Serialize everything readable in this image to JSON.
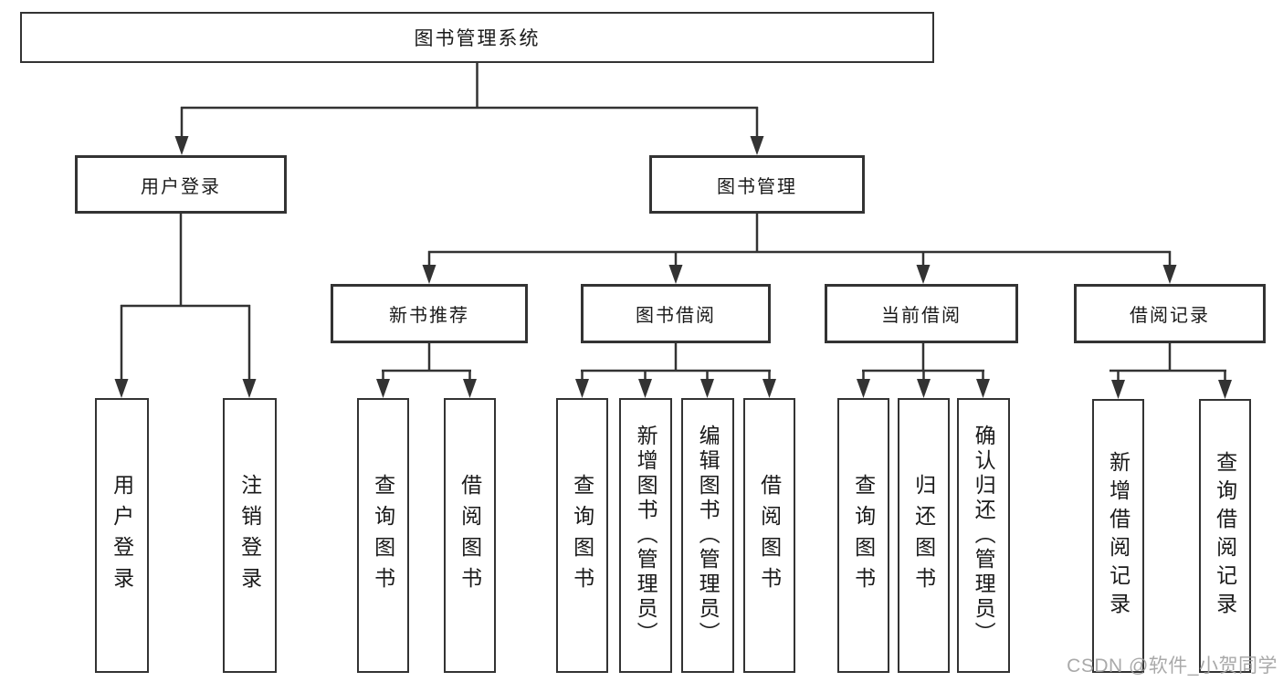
{
  "nodes": {
    "root": "图书管理系统",
    "user_login": {
      "label": "用户登录",
      "children": [
        "用户登录",
        "注销登录"
      ]
    },
    "book_management": {
      "label": "图书管理",
      "children": [
        {
          "label": "新书推荐",
          "children": [
            "查询图书",
            "借阅图书"
          ]
        },
        {
          "label": "图书借阅",
          "children": [
            "查询图书",
            "新增图书（管理员）",
            "编辑图书（管理员）",
            "借阅图书"
          ]
        },
        {
          "label": "当前借阅",
          "children": [
            "查询图书",
            "归还图书",
            "确认归还（管理员）"
          ]
        },
        {
          "label": "借阅记录",
          "children": [
            "新增借阅记录",
            "查询借阅记录"
          ]
        }
      ]
    }
  },
  "watermark": "CSDN @软件_小贺同学",
  "colors": {
    "line": "#333333",
    "text": "#1a1a1a",
    "watermark": "#a0a0a0",
    "background": "#ffffff"
  }
}
